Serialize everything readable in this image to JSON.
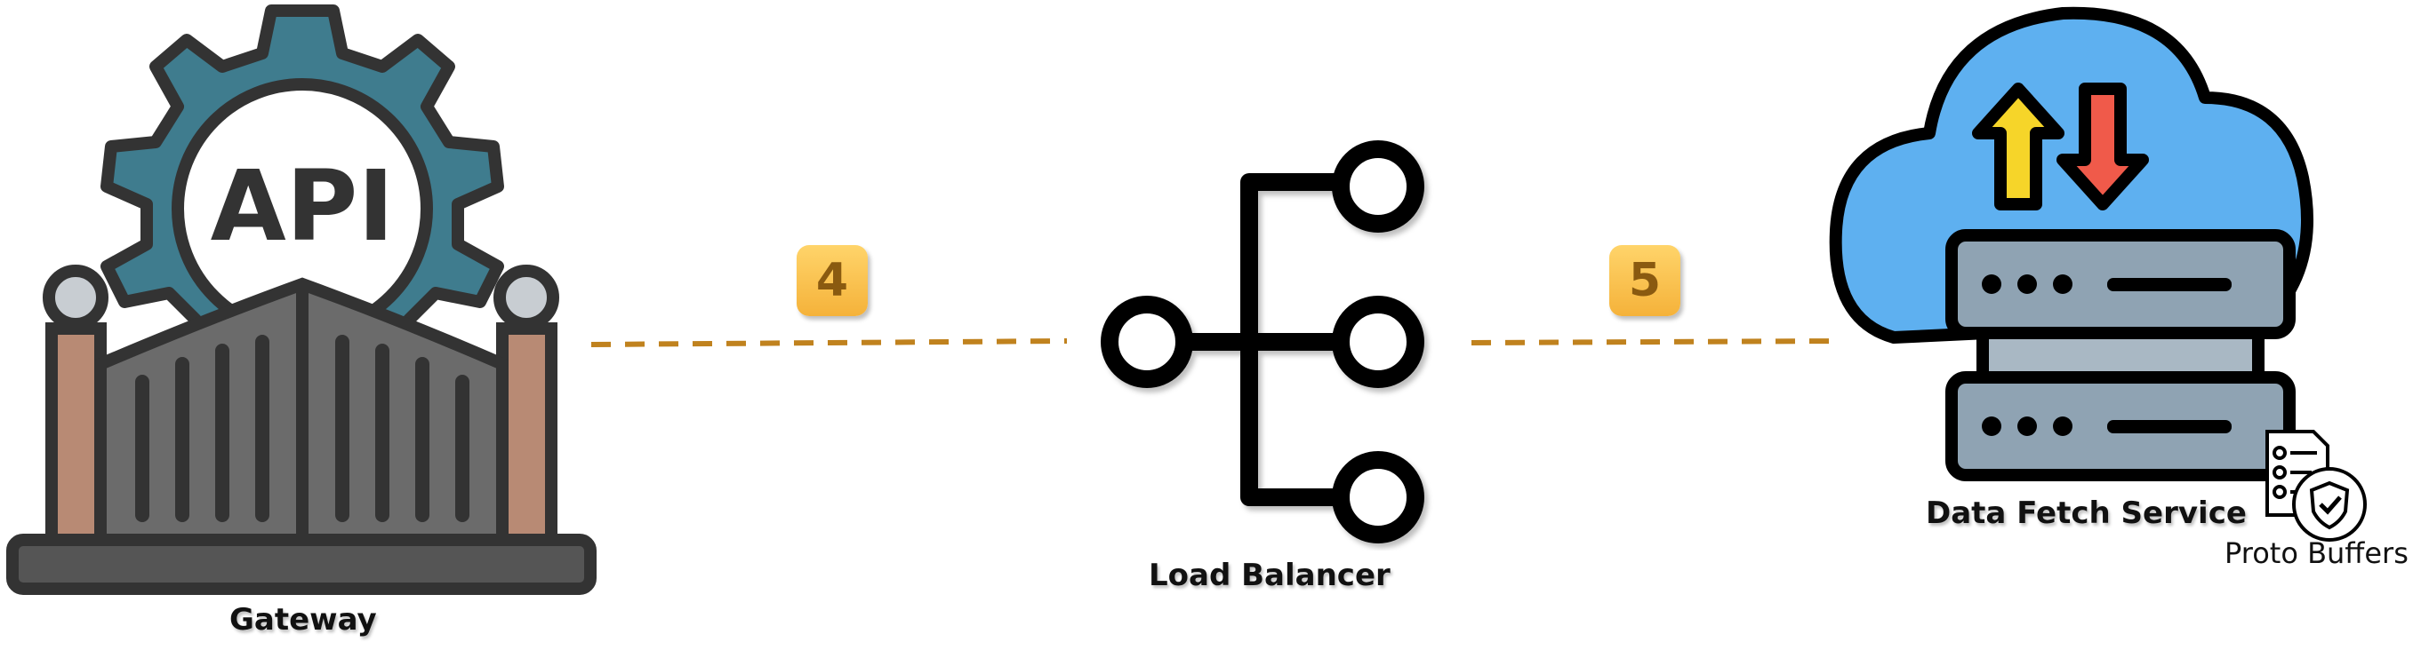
{
  "nodes": {
    "gateway": {
      "label": "Gateway",
      "icon": "api-gateway-icon",
      "icon_text": "API"
    },
    "load_balancer": {
      "label": "Load Balancer",
      "icon": "load-balancer-icon"
    },
    "data_fetch": {
      "label": "Data Fetch Service",
      "icon": "cloud-server-icon"
    },
    "proto": {
      "label": "Proto Buffers",
      "icon": "protocol-document-icon"
    }
  },
  "edges": [
    {
      "from": "Gateway",
      "to": "Load Balancer",
      "step": "4"
    },
    {
      "from": "Load Balancer",
      "to": "Data Fetch Service",
      "step": "5"
    }
  ],
  "colors": {
    "edge": "#c0821e",
    "badge": "#f7bc4a",
    "gear": "#3f7c8e",
    "cloud": "#5eb0f0",
    "server": "#8fa3b3",
    "gate": "#6b6b6b",
    "pillar": "#b88a74",
    "arrow_up": "#f6d529",
    "arrow_down": "#f05a4a"
  }
}
